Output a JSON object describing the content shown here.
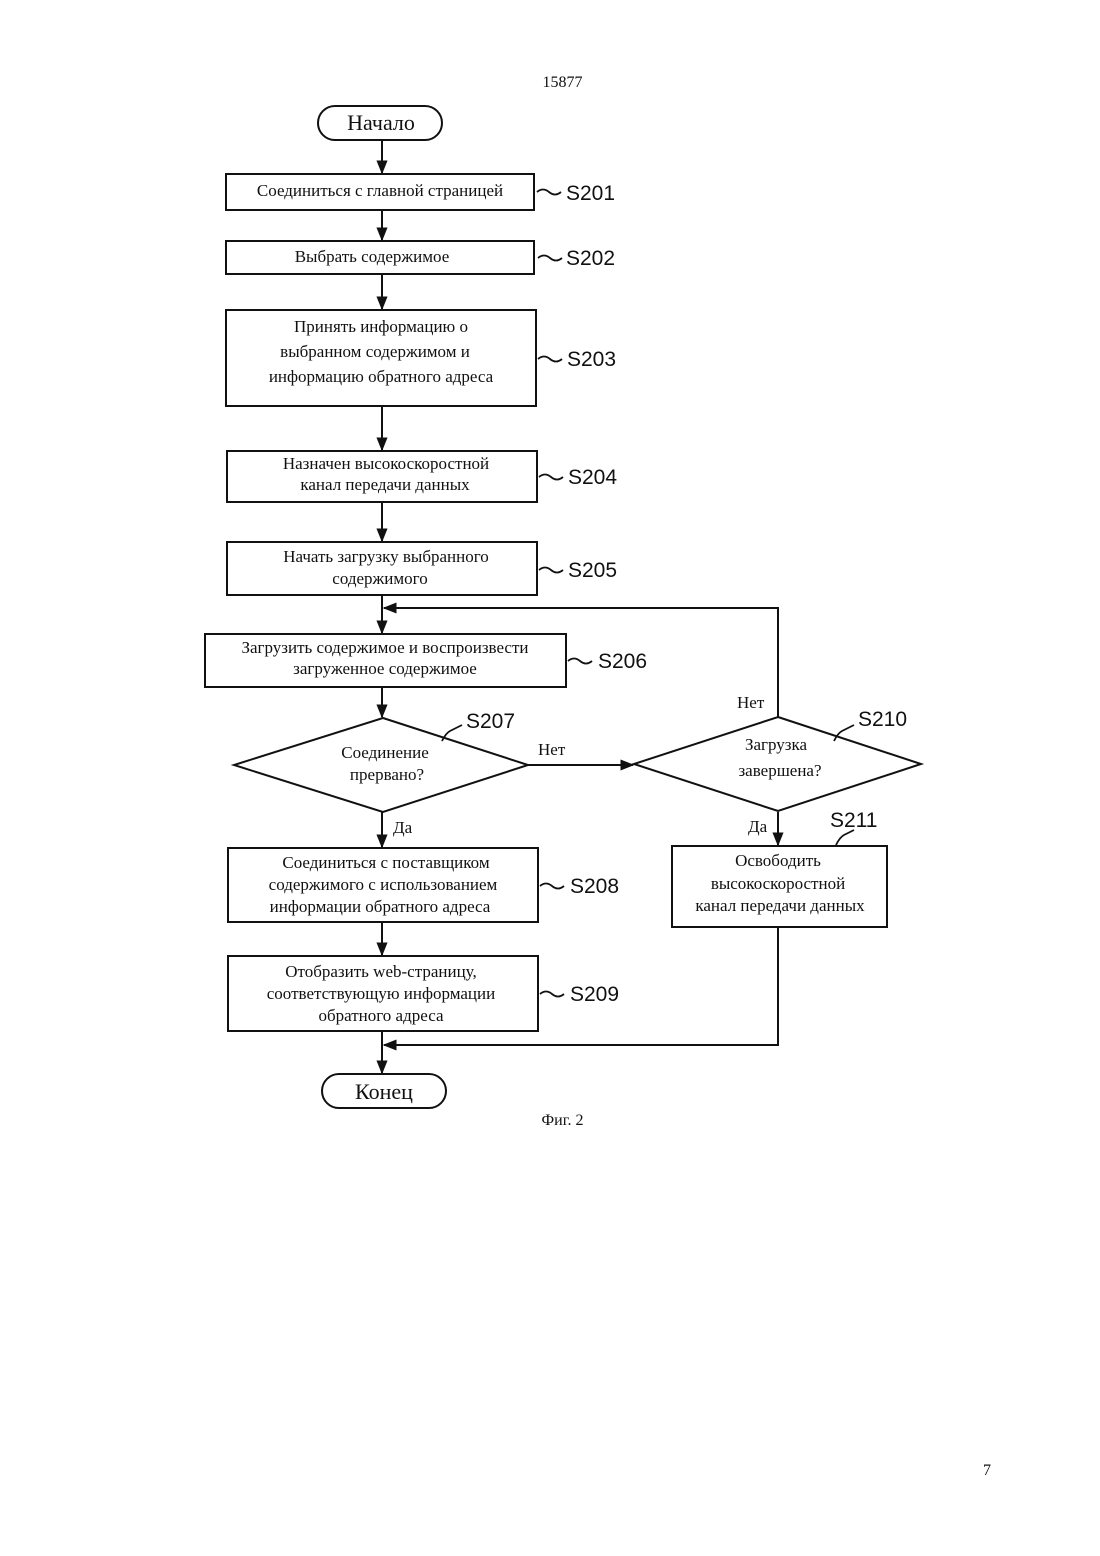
{
  "page": {
    "header_number": "15877",
    "footer_number": "7",
    "caption": "Фиг. 2"
  },
  "flowchart": {
    "start": "Начало",
    "end": "Конец",
    "steps": {
      "s201": {
        "id": "S201",
        "lines": [
          "Соединиться с главной страницей"
        ]
      },
      "s202": {
        "id": "S202",
        "lines": [
          "Выбрать содержимое"
        ]
      },
      "s203": {
        "id": "S203",
        "lines": [
          "Принять информацию о",
          "выбранном содержимом и",
          "информацию обратного адреса"
        ]
      },
      "s204": {
        "id": "S204",
        "lines": [
          "Назначен высокоскоростной",
          "канал передачи данных"
        ]
      },
      "s205": {
        "id": "S205",
        "lines": [
          "Начать загрузку выбранного",
          "содержимого"
        ]
      },
      "s206": {
        "id": "S206",
        "lines": [
          "Загрузить содержимое и воспроизвести",
          "загруженное  содержимое"
        ]
      },
      "s207": {
        "id": "S207",
        "lines": [
          "Соединение",
          "прервано?"
        ]
      },
      "s208": {
        "id": "S208",
        "lines": [
          "Соединиться с поставщиком",
          "содержимого с использованием",
          "информации обратного адреса"
        ]
      },
      "s209": {
        "id": "S209",
        "lines": [
          "Отобразить web-страницу,",
          "соответствующую информации",
          "обратного адреса"
        ]
      },
      "s210": {
        "id": "S210",
        "lines": [
          "Загрузка",
          "завершена?"
        ]
      },
      "s211": {
        "id": "S211",
        "lines": [
          "Освободить",
          "высокоскоростной",
          "канал передачи данных"
        ]
      }
    },
    "branch_labels": {
      "s207_no": "Нет",
      "s207_yes": "Да",
      "s210_no": "Нет",
      "s210_yes": "Да"
    }
  }
}
